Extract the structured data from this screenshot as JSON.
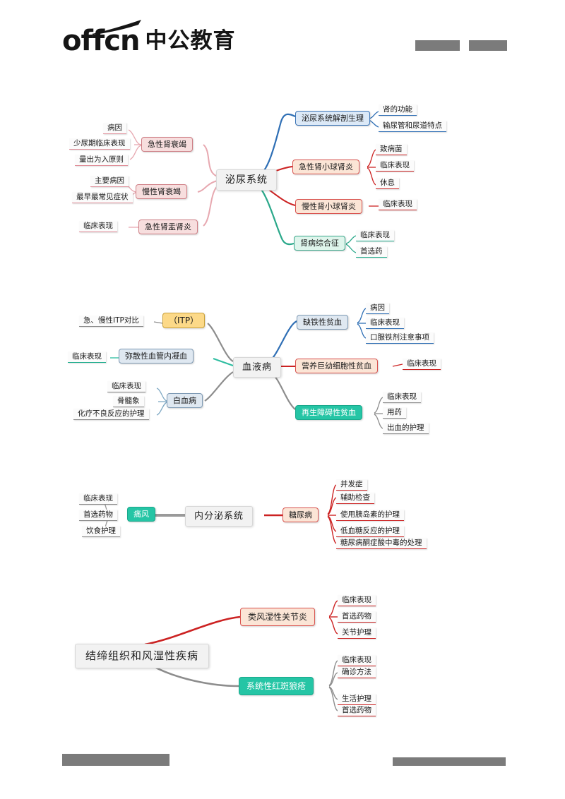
{
  "header": {
    "logo_text": "offcn",
    "logo_text_cn": "中公教育",
    "redacted_blocks": 2
  },
  "footer": {
    "redacted_blocks": 2
  },
  "maps": [
    {
      "id": "urinary",
      "root": "泌尿系统",
      "left_branches": [
        {
          "title": "急性肾衰竭",
          "color": "pink",
          "children": [
            "病因",
            "少尿期临床表现",
            "量出为入原则"
          ]
        },
        {
          "title": "慢性肾衰竭",
          "color": "pink",
          "children": [
            "主要病因",
            "最早最常见症状"
          ]
        },
        {
          "title": "急性肾盂肾炎",
          "color": "pink",
          "children": [
            "临床表现"
          ]
        }
      ],
      "right_branches": [
        {
          "title": "泌尿系统解剖生理",
          "color": "blue",
          "children": [
            "肾的功能",
            "输尿管和尿道特点"
          ]
        },
        {
          "title": "急性肾小球肾炎",
          "color": "peach",
          "children": [
            "致病菌",
            "临床表现",
            "休息"
          ]
        },
        {
          "title": "慢性肾小球肾炎",
          "color": "peach",
          "children": [
            "临床表现"
          ]
        },
        {
          "title": "肾病综合征",
          "color": "mint",
          "children": [
            "临床表现",
            "首选药"
          ]
        }
      ]
    },
    {
      "id": "blood",
      "root": "血液病",
      "left_branches": [
        {
          "title": "（ITP）",
          "color": "gold",
          "children": [
            "急、慢性ITP对比"
          ]
        },
        {
          "title": "弥散性血管内凝血",
          "color": "lblue",
          "children": [
            "临床表现"
          ]
        },
        {
          "title": "白血病",
          "color": "lblue",
          "children": [
            "临床表现",
            "骨髓象",
            "化疗不良反应的护理"
          ]
        }
      ],
      "right_branches": [
        {
          "title": "缺铁性贫血",
          "color": "lblue",
          "children": [
            "病因",
            "临床表现",
            "口服铁剂注意事项"
          ]
        },
        {
          "title": "营养巨幼细胞性贫血",
          "color": "peach",
          "children": [
            "临床表现"
          ]
        },
        {
          "title": "再生障碍性贫血",
          "color": "teal",
          "children": [
            "临床表现",
            "用药",
            "出血的护理"
          ]
        }
      ]
    },
    {
      "id": "endocrine",
      "root": "内分泌系统",
      "left_branches": [
        {
          "title": "痛风",
          "color": "teal",
          "children": [
            "临床表现",
            "首选药物",
            "饮食护理"
          ]
        }
      ],
      "right_branches": [
        {
          "title": "糖尿病",
          "color": "peach",
          "children": [
            "并发症",
            "辅助检查",
            "使用胰岛素的护理",
            "低血糖反应的护理",
            "糖尿病酮症酸中毒的处理"
          ]
        }
      ]
    },
    {
      "id": "rheumatic",
      "root": "结缔组织和风湿性疾病",
      "left_branches": [],
      "right_branches": [
        {
          "title": "类风湿性关节炎",
          "color": "peach",
          "children": [
            "临床表现",
            "首选药物",
            "关节护理"
          ]
        },
        {
          "title": "系统性红斑狼疮",
          "color": "teal",
          "children": [
            "临床表现",
            "确诊方法",
            "生活护理",
            "首选药物"
          ]
        }
      ]
    }
  ],
  "colors": {
    "blue": "#3b74b6",
    "red": "#cc2222",
    "teal": "#1fae8e",
    "gray": "#8a8a8a",
    "pink": "#e08e99",
    "gold": "#c9a13b"
  }
}
